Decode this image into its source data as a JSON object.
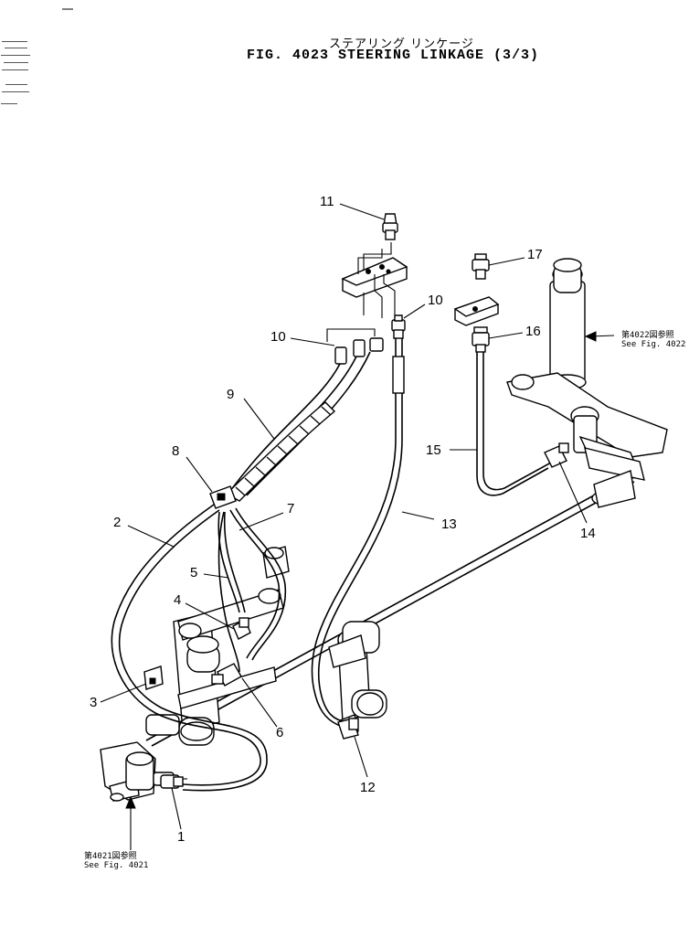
{
  "title": {
    "japanese": "ステアリング リンケージ",
    "english": "FIG. 4023  STEERING  LINKAGE  (3/3)"
  },
  "callouts": {
    "c1": "1",
    "c2": "2",
    "c3": "3",
    "c4": "4",
    "c5": "5",
    "c6": "6",
    "c7": "7",
    "c8": "8",
    "c9": "9",
    "c10a": "10",
    "c10b": "10",
    "c11": "11",
    "c12": "12",
    "c13": "13",
    "c14": "14",
    "c15": "15",
    "c16": "16",
    "c17": "17"
  },
  "references": {
    "fig4022_jp": "第4022図参照",
    "fig4022_en": "See Fig. 4022",
    "fig4021_jp": "第4021図参照",
    "fig4021_en": "See Fig. 4021"
  }
}
